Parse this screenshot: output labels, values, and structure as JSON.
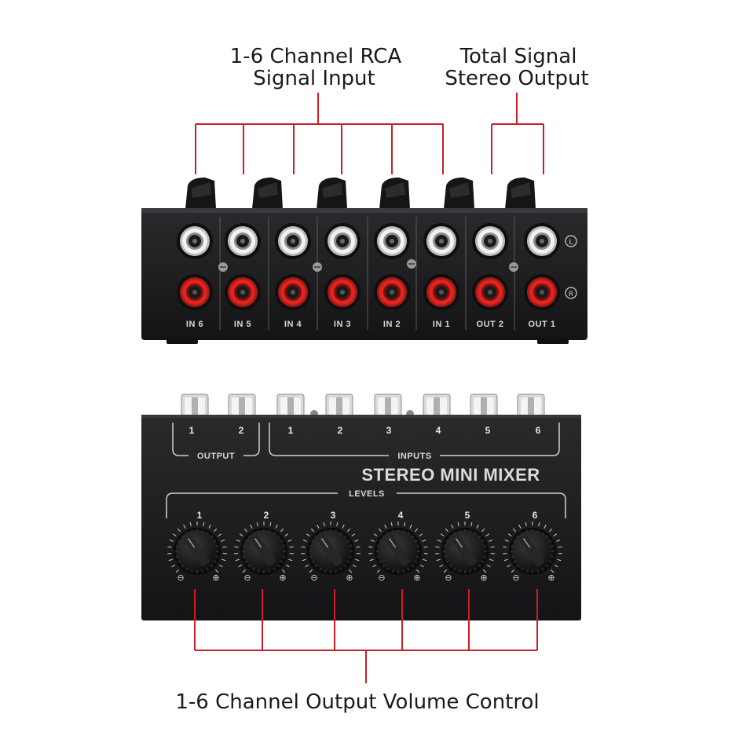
{
  "callouts": {
    "input": [
      "1-6 Channel RCA",
      "Signal Input"
    ],
    "output": [
      "Total Signal",
      "Stereo Output"
    ],
    "volume": "1-6 Channel Output Volume Control"
  },
  "rear_panel": {
    "jack_labels": [
      "IN 6",
      "IN 5",
      "IN 4",
      "IN 3",
      "IN 2",
      "IN 1",
      "OUT 2",
      "OUT 1"
    ],
    "left_mark": "L",
    "right_mark": "R"
  },
  "front_panel": {
    "title": "STEREO MINI MIXER",
    "output_group": "OUTPUT",
    "output_numbers": [
      "1",
      "2"
    ],
    "inputs_group": "INPUTS",
    "input_numbers": [
      "1",
      "2",
      "3",
      "4",
      "5",
      "6"
    ],
    "levels_group": "LEVELS",
    "knob_numbers": [
      "1",
      "2",
      "3",
      "4",
      "5",
      "6"
    ],
    "minus_symbol": "⊖",
    "plus_symbol": "⊕"
  },
  "colors": {
    "callout_line": "#c8202a",
    "chassis": "#1c1c1e",
    "jack_red": "#e0241f",
    "jack_white": "#f2f2f2"
  }
}
